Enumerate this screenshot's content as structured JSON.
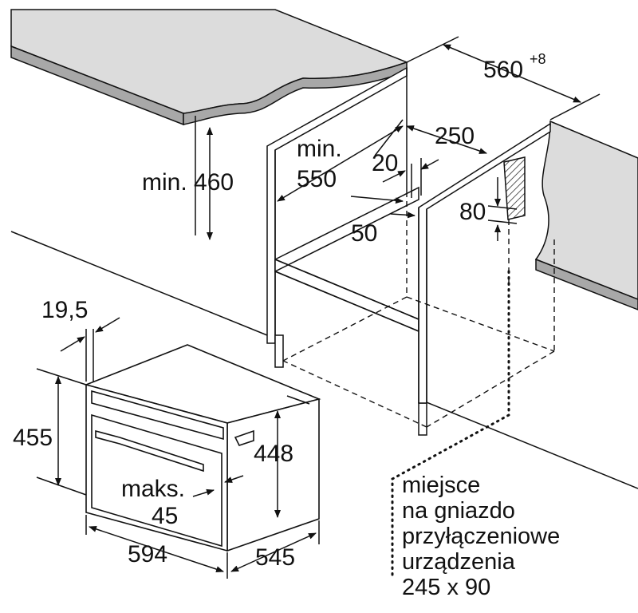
{
  "colors": {
    "countertop": "#dcdcdc",
    "countertop_side": "#a8a8a8",
    "line": "#111111",
    "background": "#ffffff"
  },
  "cabinet_dims": {
    "min_460": "min. 460",
    "min_label": "min.",
    "depth_550": "550",
    "d_250": "250",
    "d_20": "20",
    "d_50": "50",
    "d_80": "80",
    "width_560": "560",
    "width_560_tol": "+8"
  },
  "appliance_dims": {
    "d_19_5": "19,5",
    "h_455": "455",
    "h_448": "448",
    "maks_label": "maks.",
    "maks_45": "45",
    "w_594": "594",
    "d_545": "545"
  },
  "note": {
    "lines": [
      "miejsce",
      "na gniazdo",
      "przyłączeniowe",
      "urządzenia",
      "245 x 90"
    ]
  }
}
